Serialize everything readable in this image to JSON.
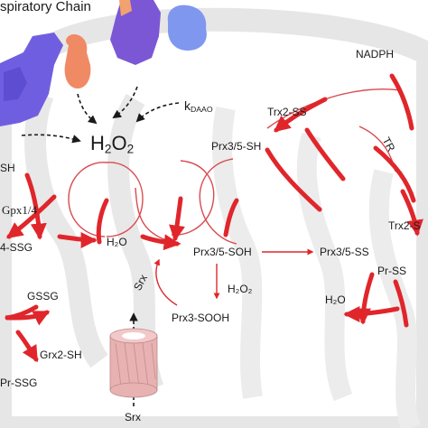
{
  "title": "spiratory Chain",
  "labels": {
    "h2o2_main": "H",
    "h2o2_sub1": "2",
    "h2o2_o": "O",
    "h2o2_sub2": "2",
    "kdaao_k": "k",
    "kdaao_sub": "DAAO",
    "nadph": "NADPH",
    "trx2_ss": "Trx2-SS",
    "tr": "TR",
    "trx2_right": "Trx2-S",
    "prx_sh": "Prx3/5-SH",
    "sh_left": "SH",
    "gpx": "Gpx1/4",
    "ssg_left": "4-SSG",
    "h2o_center": "H₂O",
    "prx_soh": "Prx3/5-SOH",
    "prx_ss": "Prx3/5-SS",
    "pr_ss": "Pr-SS",
    "srx_curved": "Srx",
    "h2o2_small": "H₂O₂",
    "prx_sooh": "Prx3-SOOH",
    "gssg": "GSSG",
    "grx2": "Grx2-SH",
    "pr_ssg": "Pr-SSG",
    "h2o_right": "H₂O",
    "srx_bottom": "Srx"
  },
  "colors": {
    "arrow_red": "#e0262b",
    "thin_red": "#d94a50",
    "membrane": "#e4e4e4",
    "complex_purple": "#6f5fe0",
    "complex_orange": "#f08a64",
    "complex_violet": "#7b57d6",
    "complex_blue": "#7f97ee",
    "channel_pink": "#e8b2b2",
    "text": "#1a1a1a"
  },
  "icons": [
    "complex-i-icon",
    "complex-ii-icon",
    "complex-iii-icon",
    "complex-iv-icon",
    "srx-channel-icon"
  ]
}
